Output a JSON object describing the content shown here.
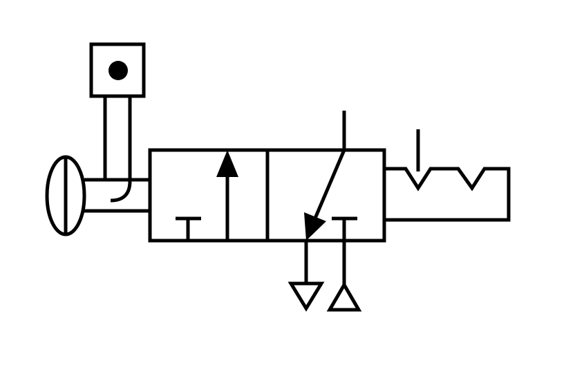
{
  "diagram": {
    "kind": "pneumatic-3-2-valve-symbol",
    "stroke_color": "#000000",
    "fill_color": "#000000",
    "background": "#ffffff",
    "components": [
      "manual-lever-actuator",
      "pilot-push-button",
      "valve-position-left",
      "valve-position-right",
      "detent-mechanism",
      "exhaust-port",
      "pressure-supply-port"
    ]
  }
}
